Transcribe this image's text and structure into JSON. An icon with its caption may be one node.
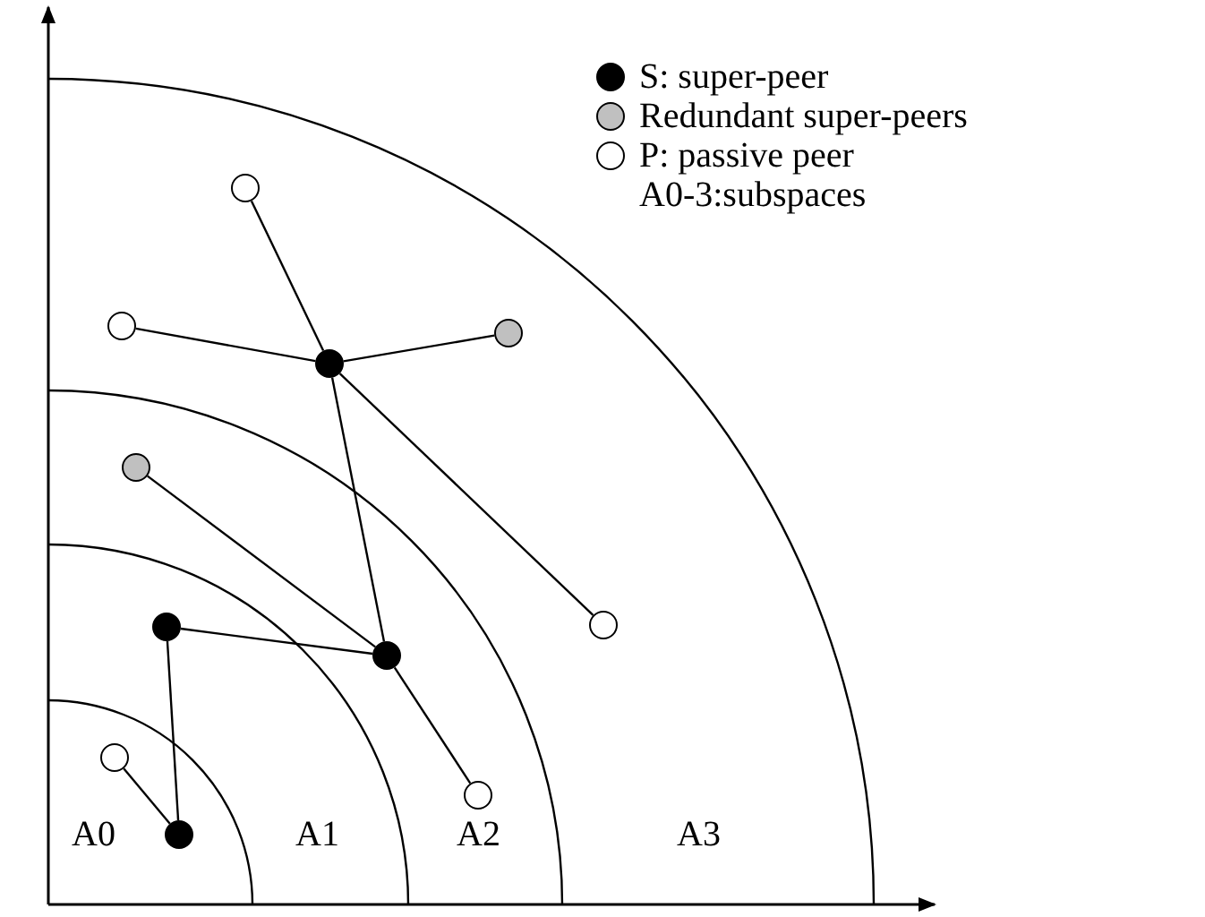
{
  "diagram": {
    "nodes": [
      {
        "text": [],
        "shape": "circle"
      },
      {
        "text": [],
        "shape": "circle"
      },
      {
        "text": [],
        "shape": "circle"
      },
      {
        "text": [],
        "shape": "circle"
      },
      {
        "text": [],
        "shape": "circle"
      },
      {
        "text": [],
        "shape": "circle"
      },
      {
        "text": [],
        "shape": "circle"
      },
      {
        "text": [],
        "shape": "circle"
      },
      {
        "text": [],
        "shape": "circle"
      },
      {
        "text": [],
        "shape": "circle"
      },
      {
        "text": [],
        "shape": "circle"
      }
    ],
    "edges": [
      {
        "from": 0,
        "to": 2,
        "arrow": "none"
      },
      {
        "from": 1,
        "to": 2,
        "arrow": "none"
      },
      {
        "from": 2,
        "to": 3,
        "arrow": "none"
      },
      {
        "from": 2,
        "to": 5,
        "arrow": "none"
      },
      {
        "from": 2,
        "to": 7,
        "arrow": "none"
      },
      {
        "from": 4,
        "to": 7,
        "arrow": "none"
      },
      {
        "from": 6,
        "to": 7,
        "arrow": "none"
      },
      {
        "from": 7,
        "to": 9,
        "arrow": "none"
      },
      {
        "from": 6,
        "to": 10,
        "arrow": "none"
      },
      {
        "from": 8,
        "to": 10,
        "arrow": "none"
      }
    ],
    "labels": [
      "A0-3:subspaces",
      "A0",
      "A1",
      "A2",
      "A3"
    ],
    "legend": [
      {
        "text": "S: super-peer",
        "color": "#000000"
      },
      {
        "text": "Redundant super-peers",
        "color": "#c0c0c0"
      },
      {
        "text": "P: passive peer",
        "color": "#ffffff"
      }
    ]
  }
}
